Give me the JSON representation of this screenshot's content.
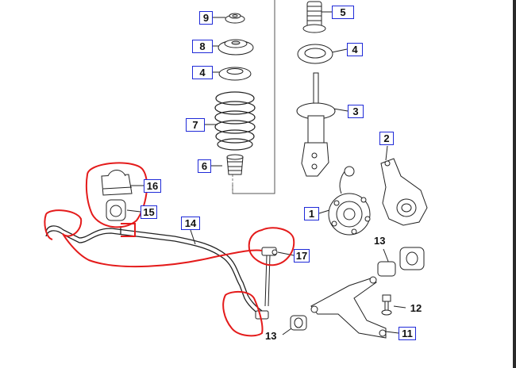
{
  "callouts": {
    "c9": "9",
    "c8": "8",
    "c4a": "4",
    "c7": "7",
    "c6": "6",
    "c5": "5",
    "c4b": "4",
    "c3": "3",
    "c2": "2",
    "c1": "1",
    "c16": "16",
    "c15": "15",
    "c14": "14",
    "c17": "17",
    "c12": "12",
    "c11": "11"
  },
  "labels": {
    "l13a": "13",
    "l13b": "13"
  },
  "colors": {
    "callout_border": "#1f2ad8",
    "annotation": "#e41b1b",
    "line": "#222222"
  }
}
